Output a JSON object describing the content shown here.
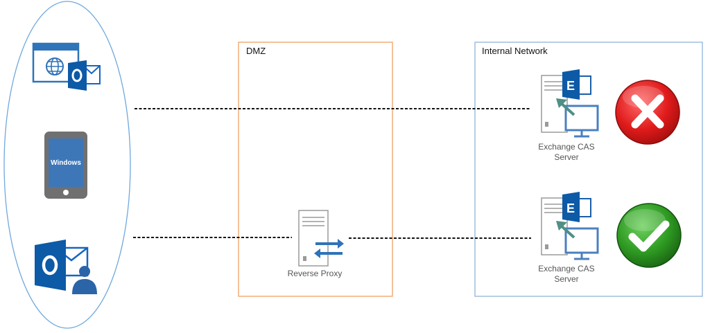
{
  "zones": {
    "dmz_title": "DMZ",
    "internal_title": "Internal Network"
  },
  "clients": {
    "phone_label": "Windows"
  },
  "nodes": {
    "reverse_proxy_label": "Reverse Proxy",
    "cas_top_line1": "Exchange CAS",
    "cas_top_line2": "Server",
    "cas_bottom_line1": "Exchange CAS",
    "cas_bottom_line2": "Server"
  },
  "status": {
    "top_connection": "blocked",
    "bottom_connection": "allowed"
  },
  "colors": {
    "client_ellipse": "#6fa8dc",
    "dmz_border": "#f0a060",
    "internal_border": "#8fb4d9",
    "office_blue": "#0d5aa7",
    "server_gray": "#9a9a9a",
    "arrow_teal": "#4f8f86",
    "blocked_red": "#e53935",
    "allowed_green": "#2e8b22"
  },
  "icons": [
    "web-outlook-icon",
    "windows-phone-icon",
    "outlook-user-icon",
    "reverse-proxy-icon",
    "exchange-server-icon",
    "blocked-icon",
    "allowed-icon"
  ]
}
